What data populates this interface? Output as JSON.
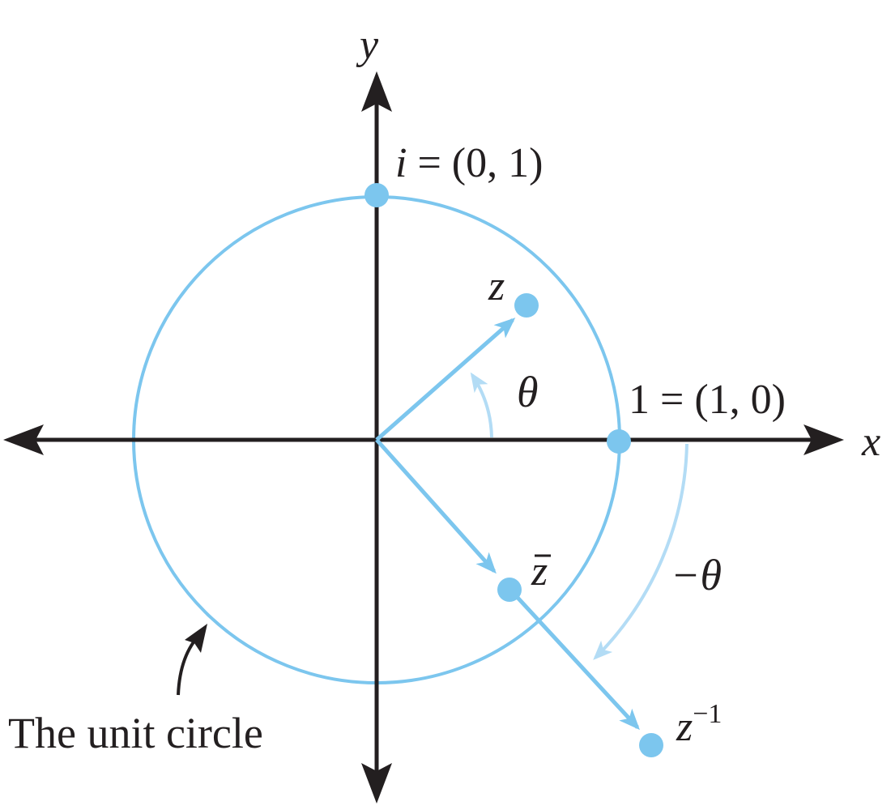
{
  "diagram": {
    "axes": {
      "x_label": "x",
      "y_label": "y"
    },
    "points": {
      "i": {
        "label": "i",
        "value": " = (0, 1)"
      },
      "one": {
        "label": "1 = (1, 0)"
      },
      "z": {
        "label": "z"
      },
      "zbar": {
        "label": "z"
      },
      "zinv": {
        "label": "z",
        "superscript": "−1"
      }
    },
    "angles": {
      "theta": "θ",
      "neg_theta": "−θ"
    },
    "caption": "The unit circle",
    "colors": {
      "axis": "#231f20",
      "accent": "#7cc6ee",
      "accent_light": "#b3dcf5"
    }
  }
}
